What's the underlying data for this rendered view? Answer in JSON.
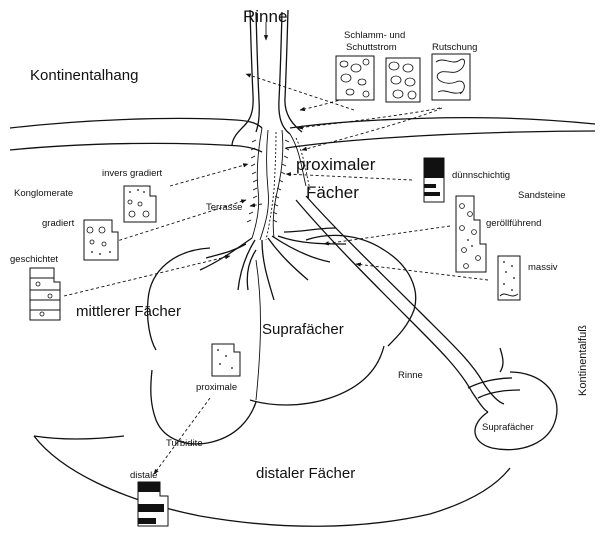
{
  "labels": {
    "rinne_top": "Rinne",
    "kontinentalhang": "Kontinentalhang",
    "schlammstrom_line1": "Schlamm- und",
    "schlammstrom_line2": "Schuttstrom",
    "rutschung": "Rutschung",
    "proximaler": "proximaler",
    "faecher": "Fächer",
    "duennschichtig": "dünnschichtig",
    "sandsteine": "Sandsteine",
    "geroellfuehrend": "geröllführend",
    "massiv": "massiv",
    "invers_gradiert": "invers gradiert",
    "konglomerate": "Konglomerate",
    "terrasse": "Terrasse",
    "gradiert": "gradiert",
    "geschichtet": "geschichtet",
    "mittlerer_faecher": "mittlerer Fächer",
    "suprafaecher": "Suprafächer",
    "proximale": "proximale",
    "turbidite": "Turbidite",
    "distale": "distale",
    "distaler_faecher": "distaler Fächer",
    "rinne_lower": "Rinne",
    "suprafaecher_small": "Suprafächer",
    "kontinentalfuss": "Kontinentalfuß"
  },
  "colors": {
    "ink": "#111111",
    "paper": "#ffffff"
  }
}
